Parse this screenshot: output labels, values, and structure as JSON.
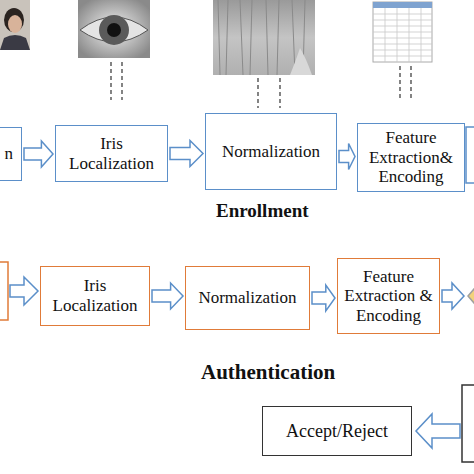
{
  "diagram": {
    "nodes": [
      {
        "text": [
          "n"
        ]
      },
      {
        "text": [
          "Iris Localization"
        ]
      },
      {
        "text": [
          "Normalization"
        ]
      },
      {
        "text": [
          "Feature Extraction& Encoding"
        ]
      },
      {
        "text": [
          "Iris Localization"
        ]
      },
      {
        "text": [
          "Normalization"
        ]
      },
      {
        "text": [
          "Feature Extraction & Encoding"
        ]
      },
      {
        "text": [
          "Accept/Reject"
        ]
      }
    ],
    "edges": [
      {
        "from": 0,
        "to": 1,
        "arrow": "to"
      },
      {
        "from": 1,
        "to": 2,
        "arrow": "to"
      },
      {
        "from": 2,
        "to": 3,
        "arrow": "to"
      },
      {
        "from": 4,
        "to": 5,
        "arrow": "to"
      },
      {
        "from": 5,
        "to": 6,
        "arrow": "to"
      }
    ],
    "labels": [
      "Enrollment",
      "Authentication"
    ]
  }
}
